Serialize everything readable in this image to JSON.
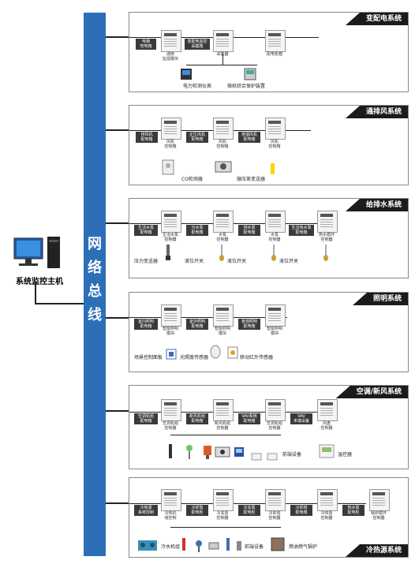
{
  "bus_label": [
    "网",
    "络",
    "总",
    "线"
  ],
  "host_label": "系统监控主机",
  "sections": {
    "power": {
      "title": "变配电系统",
      "tags": [
        "电梯\n管电箱",
        "变配电监控\n采集箱"
      ],
      "boxes": [
        "通用\n监视模块",
        "采集器",
        "配电柜箱"
      ],
      "captions": [
        "电力检测仪表",
        "微机综合保护装置"
      ]
    },
    "vent": {
      "title": "通排风系统",
      "tags": [
        "排风机\n配电箱",
        "正压风机\n配电箱",
        "排烟风机\n配电箱"
      ],
      "boxes": [
        "风机\n控制箱",
        "风机\n控制箱",
        "风机\n控制箱"
      ],
      "captions": [
        "CO检测器",
        "微压差变送器"
      ]
    },
    "water": {
      "title": "给排水系统",
      "tags": [
        "生活水泵\n配电箱",
        "污水泵\n配电箱",
        "排水泵\n配电箱",
        "生活热水泵\n配电箱"
      ],
      "boxes": [
        "生活水泵\n控制器",
        "水泵\n控制器",
        "水泵\n控制器",
        "热水循环\n控制器"
      ],
      "captions": [
        "压力变送器",
        "液位开关",
        "液位开关",
        "液位开关"
      ]
    },
    "light": {
      "title": "照明系统",
      "tags": [
        "室内照明\n配电箱",
        "室外照明\n配电箱",
        "景观照明\n配电箱"
      ],
      "boxes": [
        "智能照明\n模块",
        "智能照明\n模块",
        "智能照明\n模块"
      ],
      "captions": [
        "场景控制面板",
        "光照度传感器",
        "移动红外传感器"
      ]
    },
    "hvac": {
      "title": "空调/新风系统",
      "tags": [
        "空调机组\n配电箱",
        "新风机组\n配电箱",
        "VAV系统\n配电箱",
        "VAV\n末端设备"
      ],
      "boxes": [
        "空调机组\n控制器",
        "新风机组\n控制器",
        "空调机组\n控制器",
        "风盘\n控制器"
      ],
      "captions": [
        "前端设备",
        "温控器"
      ]
    },
    "cold": {
      "title": "冷热源系统",
      "tags": [
        "冷热源\n系统控制",
        "冷却泵\n配电柜",
        "冷冻泵\n配电柜",
        "冷却塔\n配电箱",
        "热水泵\n配电柜"
      ],
      "boxes": [
        "冷热机\n组控制",
        "冷冻泵\n控制器",
        "冷却塔\n控制器",
        "冷热泵\n控制器",
        "锅炉循环\n控制器"
      ],
      "captions": [
        "冷水机组",
        "前端设备",
        "燃油燃气锅炉"
      ]
    }
  }
}
